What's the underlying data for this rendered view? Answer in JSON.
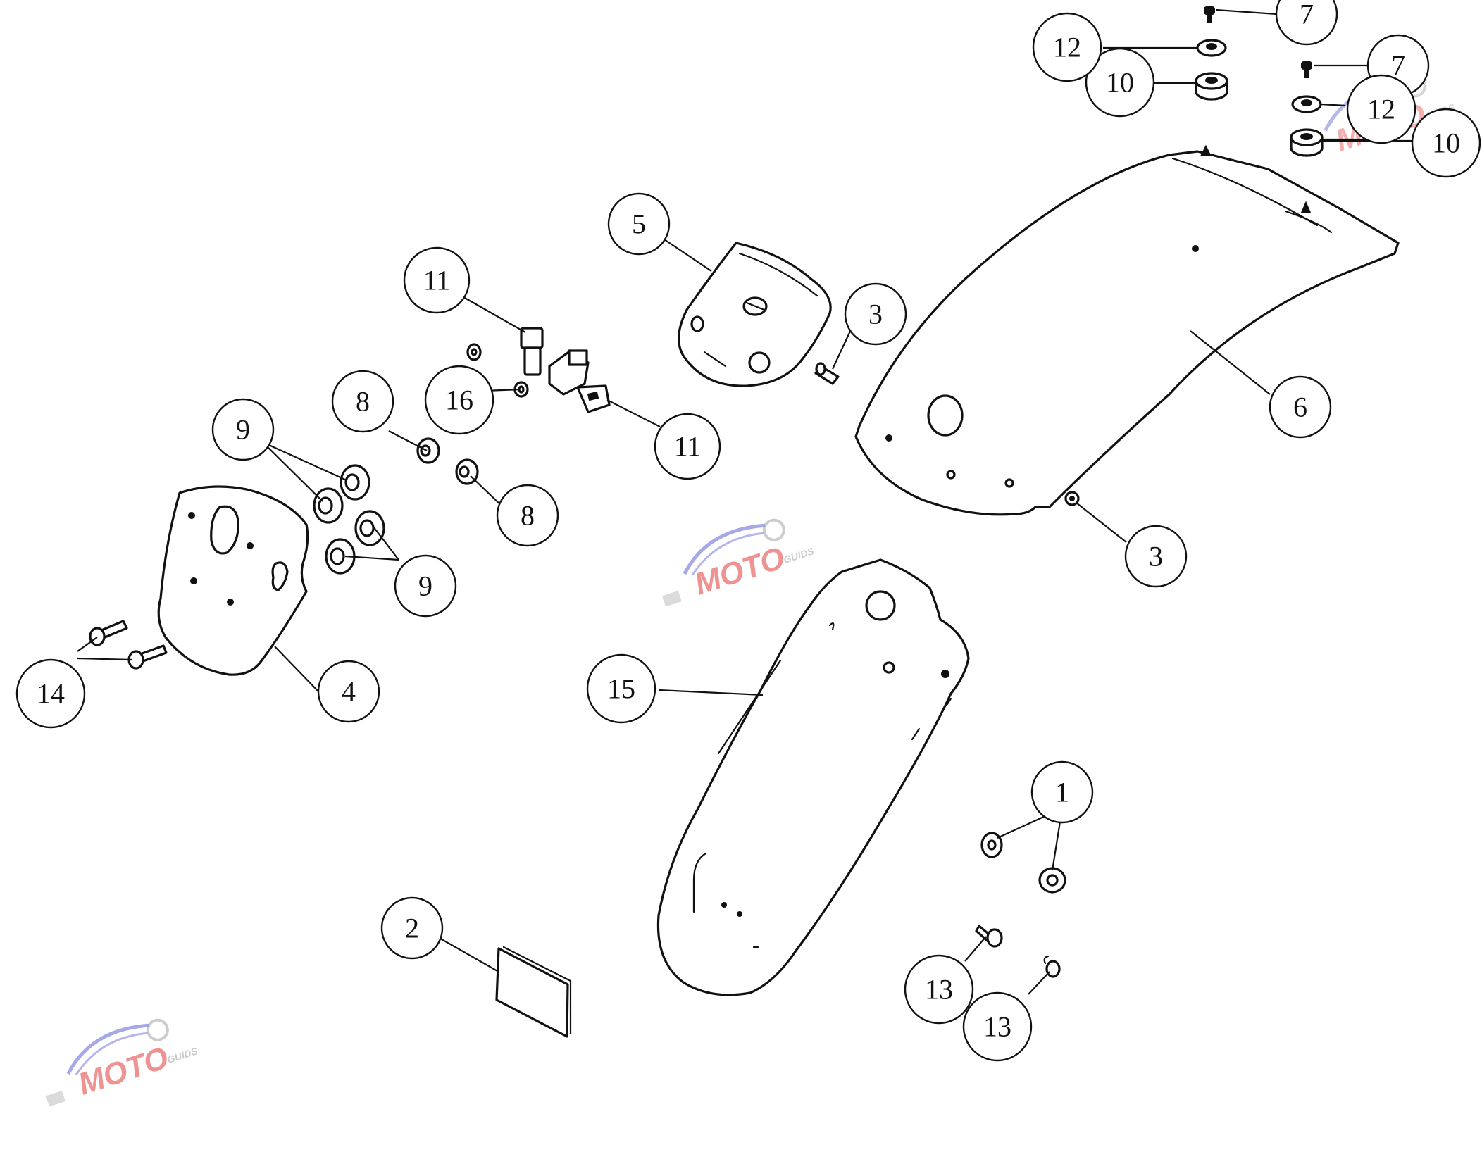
{
  "diagram": {
    "type": "exploded-parts-diagram",
    "colors": {
      "line": "#111111",
      "background": "#ffffff",
      "watermark_red": "#e23a3a",
      "watermark_blue": "#6b6fd8"
    },
    "watermark": {
      "logo": "moto-guids-logo"
    },
    "callouts": {
      "c1": "1",
      "c2": "2",
      "c3a": "3",
      "c3b": "3",
      "c4": "4",
      "c5": "5",
      "c6": "6",
      "c7a": "7",
      "c7b": "7",
      "c8a": "8",
      "c8b": "8",
      "c9a": "9",
      "c9b": "9",
      "c10a": "10",
      "c10b": "10",
      "c11a": "11",
      "c11b": "11",
      "c12a": "12",
      "c12b": "12",
      "c13a": "13",
      "c13b": "13",
      "c14": "14",
      "c15": "15",
      "c16": "16"
    }
  }
}
